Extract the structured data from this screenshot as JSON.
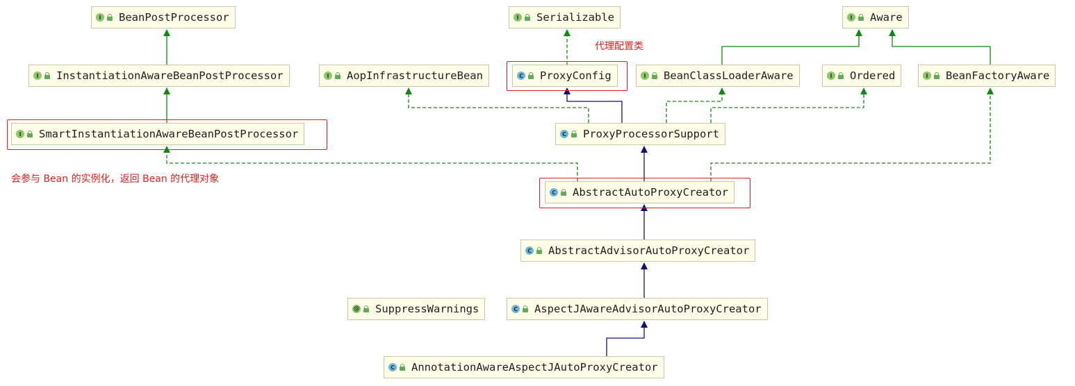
{
  "nodes": {
    "bean_post_processor": {
      "label": "BeanPostProcessor",
      "kind": "I"
    },
    "serializable": {
      "label": "Serializable",
      "kind": "I"
    },
    "aware": {
      "label": "Aware",
      "kind": "I"
    },
    "instantiation_aware": {
      "label": "InstantiationAwareBeanPostProcessor",
      "kind": "I"
    },
    "aop_infrastructure_bean": {
      "label": "AopInfrastructureBean",
      "kind": "I"
    },
    "proxy_config": {
      "label": "ProxyConfig",
      "kind": "C"
    },
    "bean_class_loader_aware": {
      "label": "BeanClassLoaderAware",
      "kind": "I"
    },
    "ordered": {
      "label": "Ordered",
      "kind": "I"
    },
    "bean_factory_aware": {
      "label": "BeanFactoryAware",
      "kind": "I"
    },
    "smart_instantiation_aware": {
      "label": "SmartInstantiationAwareBeanPostProcessor",
      "kind": "I"
    },
    "proxy_processor_support": {
      "label": "ProxyProcessorSupport",
      "kind": "C"
    },
    "abstract_auto_proxy_creator": {
      "label": "AbstractAutoProxyCreator",
      "kind": "C"
    },
    "abstract_advisor_auto_proxy_creator": {
      "label": "AbstractAdvisorAutoProxyCreator",
      "kind": "C"
    },
    "suppress_warnings": {
      "label": "SuppressWarnings",
      "kind": "@"
    },
    "aspectj_aware_advisor_auto_proxy_creator": {
      "label": "AspectJAwareAdvisorAutoProxyCreator",
      "kind": "C"
    },
    "annotation_aware_aspectj_auto_proxy_creator": {
      "label": "AnnotationAwareAspectJAutoProxyCreator",
      "kind": "C"
    }
  },
  "annotations": {
    "proxy_config_note": "代理配置类",
    "smart_note": "会参与 Bean 的实例化，返回 Bean 的代理对象"
  },
  "colors": {
    "implements_edge": "#118811",
    "extends_edge": "#10107a",
    "highlight": "#e0201c",
    "node_fill": "#fdfde8",
    "node_border": "#c8c8a8"
  }
}
